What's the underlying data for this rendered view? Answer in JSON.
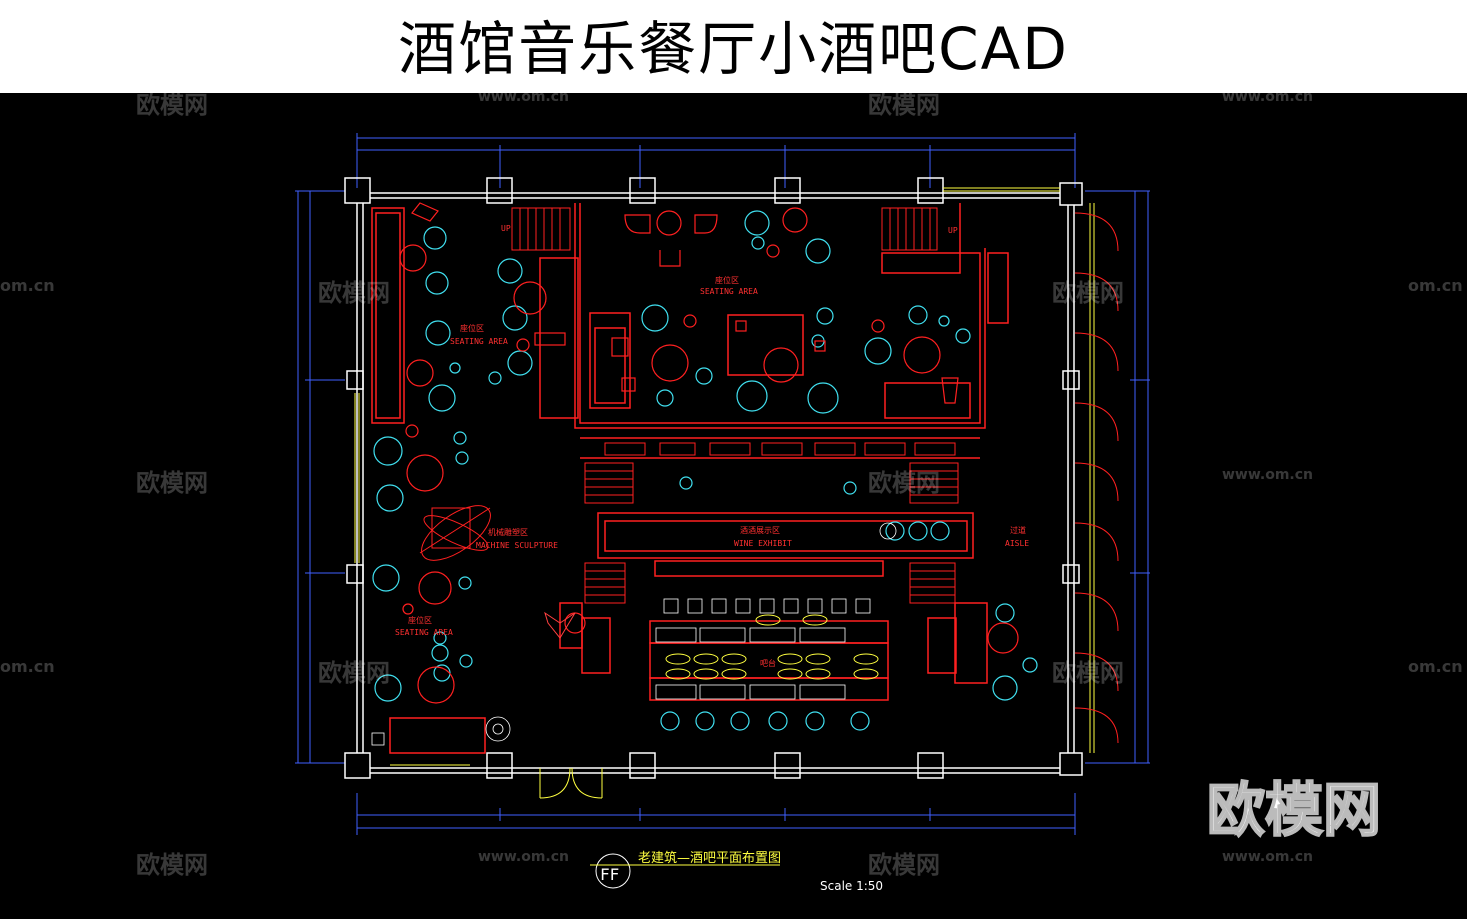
{
  "title": "酒馆音乐餐厅小酒吧CAD",
  "watermarks": {
    "brand": "欧模网",
    "url": "www.om.cn",
    "url_short": "om.cn"
  },
  "labels": {
    "seating_area_tl_cn": "座位区",
    "seating_area_tl": "SEATING AREA",
    "seating_area_top_cn": "座位区",
    "seating_area_top": "SEATING AREA",
    "seating_area_bl_cn": "座位区",
    "seating_area_bl": "SEATING AREA",
    "machine_cn": "机械雕塑区",
    "machine": "MACHINE SCULPTURE",
    "wine_cn": "酒酒展示区",
    "wine": "WINE EXHIBIT",
    "aisle_cn": "过道",
    "aisle": "AISLE",
    "up_left": "UP",
    "up_right": "UP",
    "bar_cn": "吧台"
  },
  "drawing_title": "老建筑—酒吧平面布置图",
  "drawing_code": "FF",
  "scale": "Scale 1:50",
  "colors": {
    "wall": "#ffffff",
    "red": "#ff2020",
    "cyan": "#40e0f0",
    "yellow": "#ffff40",
    "blue": "#4060ff"
  }
}
